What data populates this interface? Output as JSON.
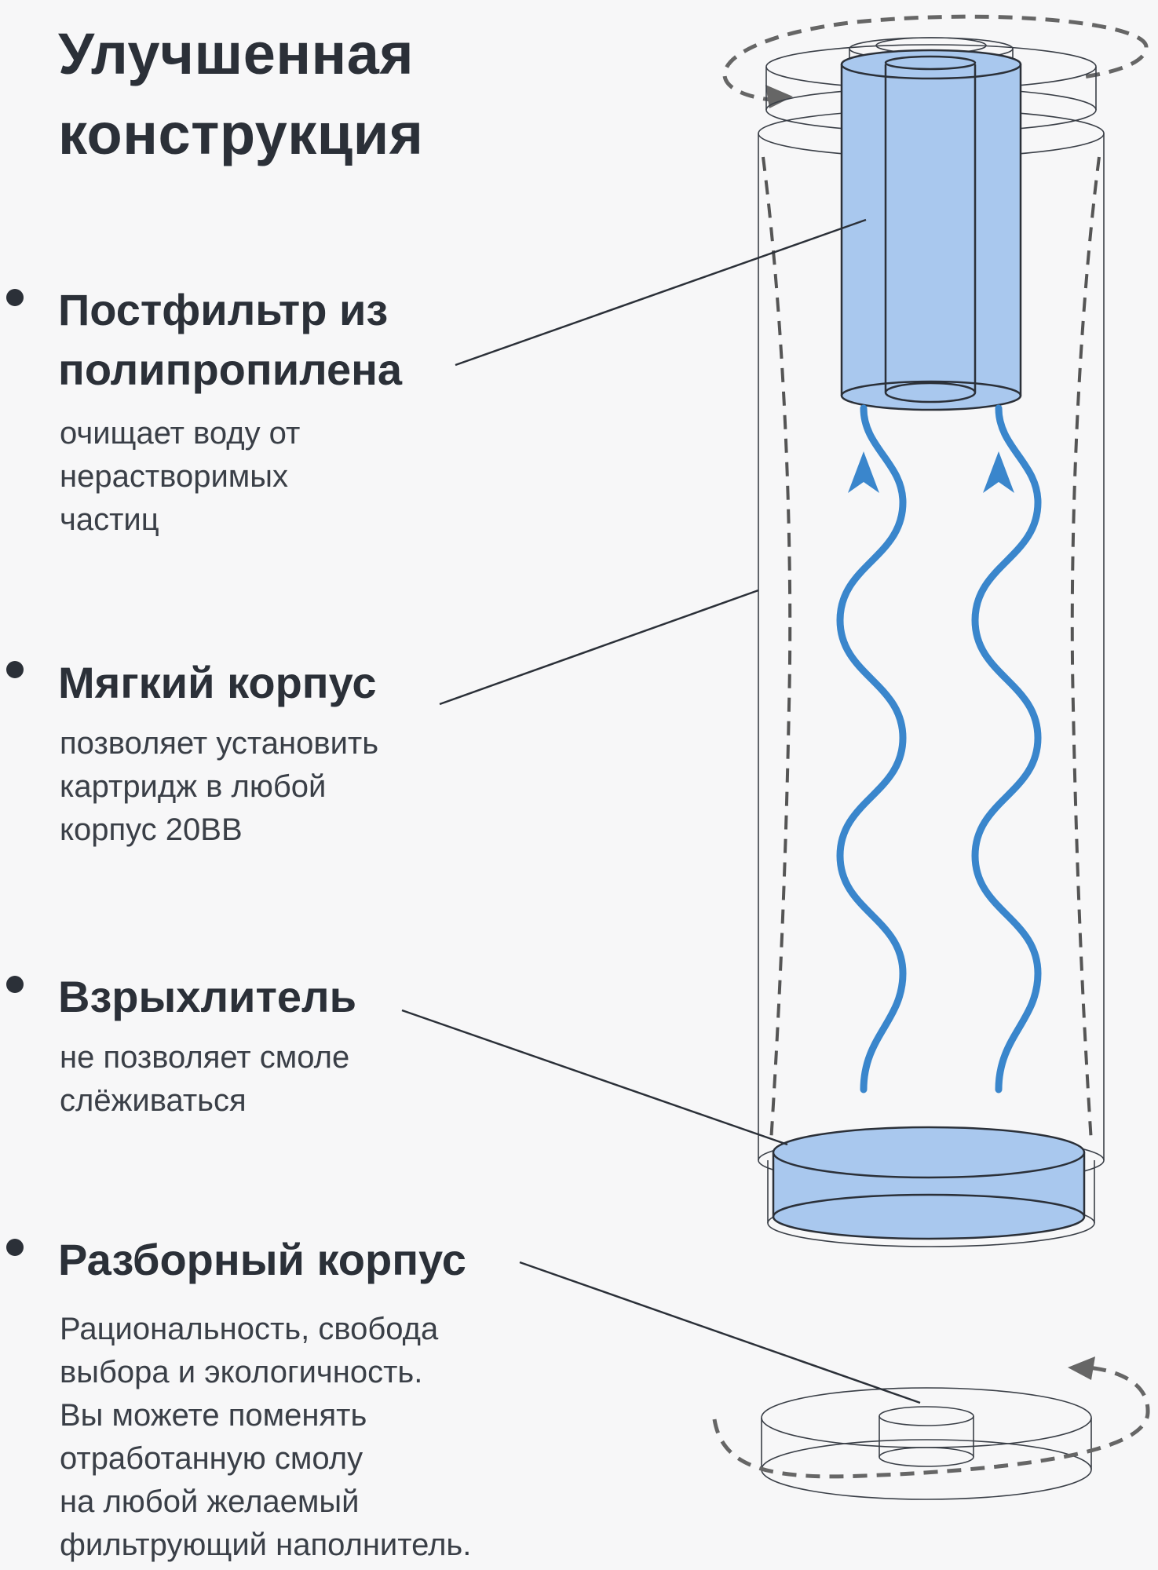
{
  "title": {
    "line1": "Улучшенная",
    "line2": "конструкция"
  },
  "features": [
    {
      "title_lines": [
        "Постфильтр из",
        "полипропилена"
      ],
      "desc_lines": [
        "очищает воду от",
        "нерастворимых",
        "частиц"
      ]
    },
    {
      "title_lines": [
        "Мягкий корпус"
      ],
      "desc_lines": [
        "позволяет установить",
        "картридж в любой",
        "корпус 20BB"
      ]
    },
    {
      "title_lines": [
        "Взрыхлитель"
      ],
      "desc_lines": [
        "не позволяет смоле",
        "слёживаться"
      ]
    },
    {
      "title_lines": [
        "Разборный корпус"
      ],
      "desc_lines": [
        "Рациональность, свобода",
        "выбора и экологичность.",
        "Вы можете поменять",
        "отработанную смолу",
        "на любой желаемый",
        "фильтрующий наполнитель."
      ]
    }
  ],
  "colors": {
    "text": "#2b3038",
    "accent_blue": "#3a86cc",
    "fill_blue": "#a9c8ee",
    "outline": "#2b3038"
  },
  "icons": {
    "rotation": "dashed-rotation-arrow-icon",
    "flow": "wavy-flow-arrow-icon"
  }
}
